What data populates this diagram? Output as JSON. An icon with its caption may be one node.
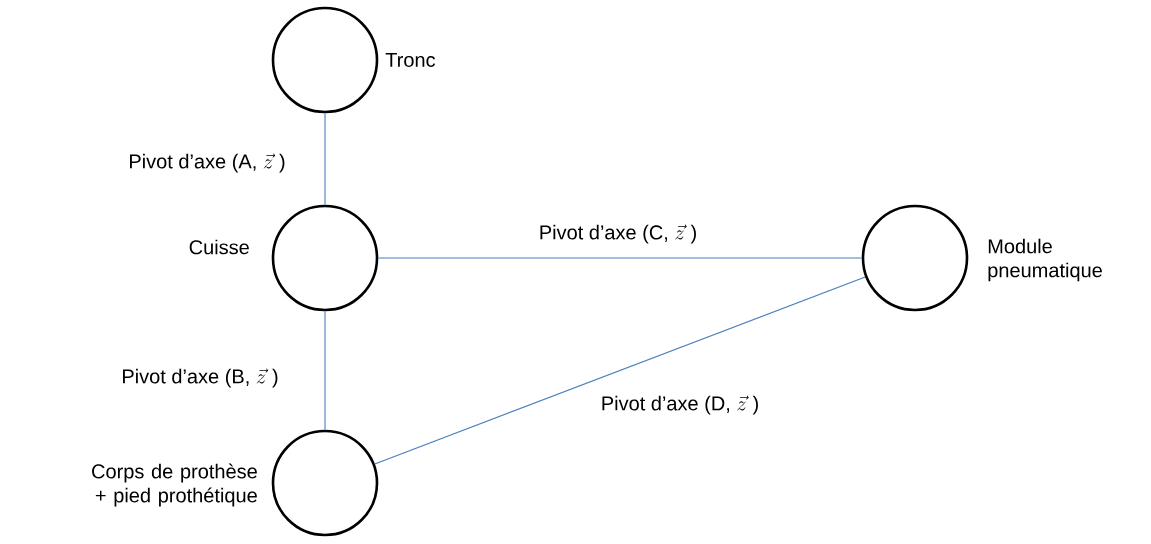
{
  "diagram": {
    "nodes": [
      {
        "text": [],
        "shape": "circle",
        "beside": [
          "Tronc"
        ]
      },
      {
        "text": [],
        "shape": "circle",
        "beside": [
          "Cuisse"
        ]
      },
      {
        "text": [],
        "shape": "circle",
        "beside": [
          "Corps de prothèse + pied prothétique"
        ]
      },
      {
        "text": [],
        "shape": "circle",
        "beside": [
          "Module pneumatique"
        ]
      }
    ],
    "edges": [
      {
        "from": 0,
        "to": 1,
        "arrow": "none",
        "label": "\\mbox{Pivot d’axe (A, }\\vec{z}\\;\\mbox{)}"
      },
      {
        "from": 1,
        "to": 3,
        "arrow": "none",
        "label": "\\mbox{Pivot d’axe (C, }\\vec{z}\\;\\mbox{)}"
      },
      {
        "from": 1,
        "to": 2,
        "arrow": "none",
        "label": "\\mbox{Pivot d’axe (B, }\\vec{z}\\;\\mbox{)}"
      },
      {
        "from": 2,
        "to": 3,
        "arrow": "none",
        "label": "\\mbox{Pivot d’axe (D, }\\vec{z}\\;\\mbox{)}"
      }
    ]
  }
}
